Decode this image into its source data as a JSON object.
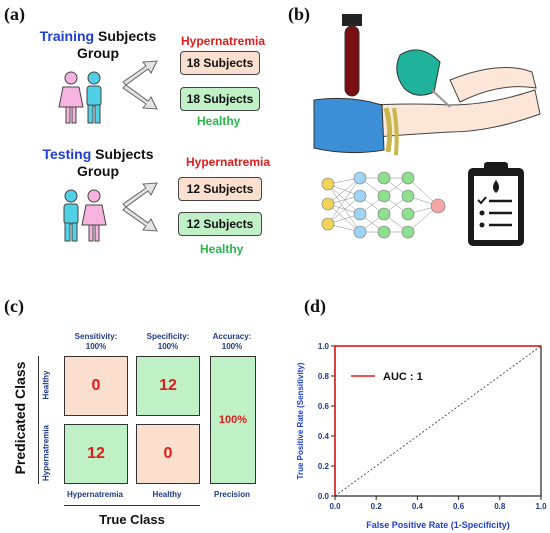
{
  "panel_labels": {
    "a": "(a)",
    "b": "(b)",
    "c": "(c)",
    "d": "(d)"
  },
  "panel_a": {
    "training": {
      "prefix": "Training",
      "suffix": " Subjects",
      "line2": "Group",
      "hyper_label": "Hypernatremia",
      "hyper_count": "18 Subjects",
      "healthy_count": "18 Subjects",
      "healthy_label": "Healthy"
    },
    "testing": {
      "prefix": "Testing",
      "suffix": " Subjects",
      "line2": "Group",
      "hyper_label": "Hypernatremia",
      "hyper_count": "12 Subjects",
      "healthy_count": "12 Subjects",
      "healthy_label": "Healthy"
    }
  },
  "panel_c": {
    "headers": {
      "sensitivity": "Sensitivity:",
      "sensitivity_val": "100%",
      "specificity": "Specificity:",
      "specificity_val": "100%",
      "accuracy": "Accuracy:",
      "accuracy_val": "100%"
    },
    "cells": {
      "tl": "0",
      "tr": "12",
      "bl": "12",
      "br": "0",
      "accuracy": "100%"
    },
    "row_labels": {
      "healthy": "Healthy",
      "hyper": "Hypernatremia"
    },
    "col_labels": {
      "hyper": "Hypernatremia",
      "healthy": "Healthy",
      "precision": "Precision"
    },
    "y_title": "Predicated Class",
    "x_title": "True Class"
  },
  "colors": {
    "hyper": "#fbdfcf",
    "healthy": "#bff0c6",
    "red": "#e21b1b",
    "green": "#27b84a",
    "blue": "#1e3fd6"
  },
  "chart_data": {
    "type": "line",
    "xlabel": "False Positive Rate (1-Specificity)",
    "ylabel": "True Positive Rate (Sensitivity)",
    "xlim": [
      0,
      1
    ],
    "ylim": [
      0,
      1
    ],
    "xticks": [
      "0.0",
      "0.2",
      "0.4",
      "0.6",
      "0.8",
      "1.0"
    ],
    "yticks": [
      "0.0",
      "0.2",
      "0.4",
      "0.6",
      "0.8",
      "1.0"
    ],
    "legend_position": "upper-left",
    "series": [
      {
        "name": "AUC : 1",
        "color": "#e21b1b",
        "style": "solid",
        "x": [
          0,
          0,
          1
        ],
        "y": [
          0,
          1,
          1
        ]
      },
      {
        "color": "#333333",
        "style": "dashed",
        "x": [
          0,
          1
        ],
        "y": [
          0,
          1
        ]
      }
    ]
  }
}
